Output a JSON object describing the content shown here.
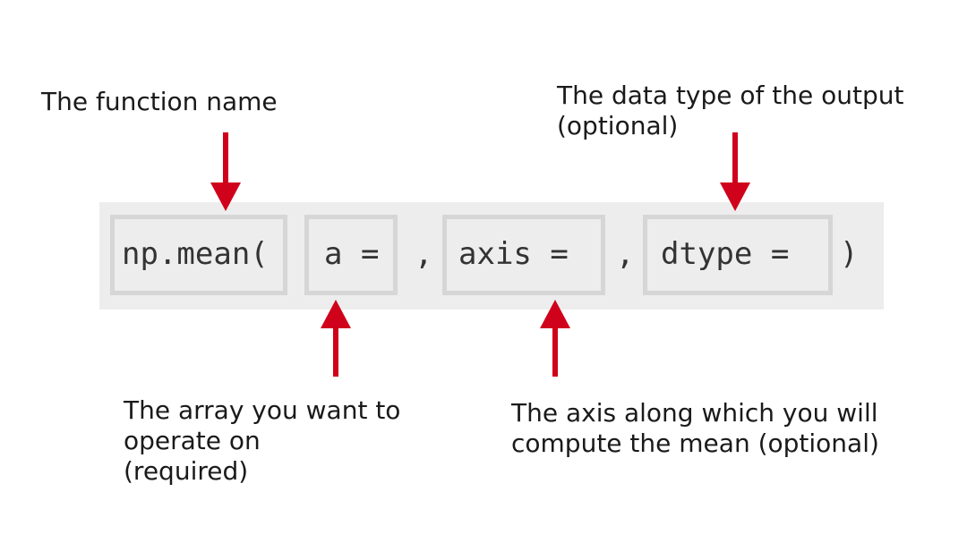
{
  "code": {
    "fn": "np.mean(",
    "param_a": "a =",
    "comma1": ",",
    "param_axis": "axis =",
    "comma2": ",",
    "param_dtype": "dtype =",
    "close": ")"
  },
  "annotations": {
    "function_name": "The function name",
    "dtype": [
      "The data type of the output",
      "(optional)"
    ],
    "array": [
      "The array you want to",
      "operate on",
      "(required)"
    ],
    "axis": [
      "The axis along which you will",
      "compute the mean (optional)"
    ]
  },
  "colors": {
    "arrow": "#d0021b",
    "code_bg": "#ededed",
    "box_border": "#d6d6d6"
  }
}
